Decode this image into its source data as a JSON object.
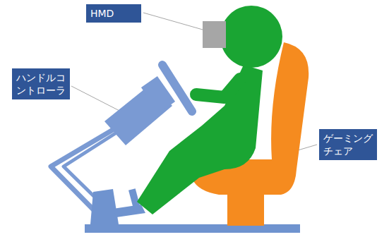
{
  "diagram": {
    "nodes": [
      {
        "text": [
          "HMD"
        ]
      },
      {
        "text": [
          "ハンドルコントローラ"
        ]
      },
      {
        "text": [
          "ゲーミングチェア"
        ]
      }
    ]
  }
}
